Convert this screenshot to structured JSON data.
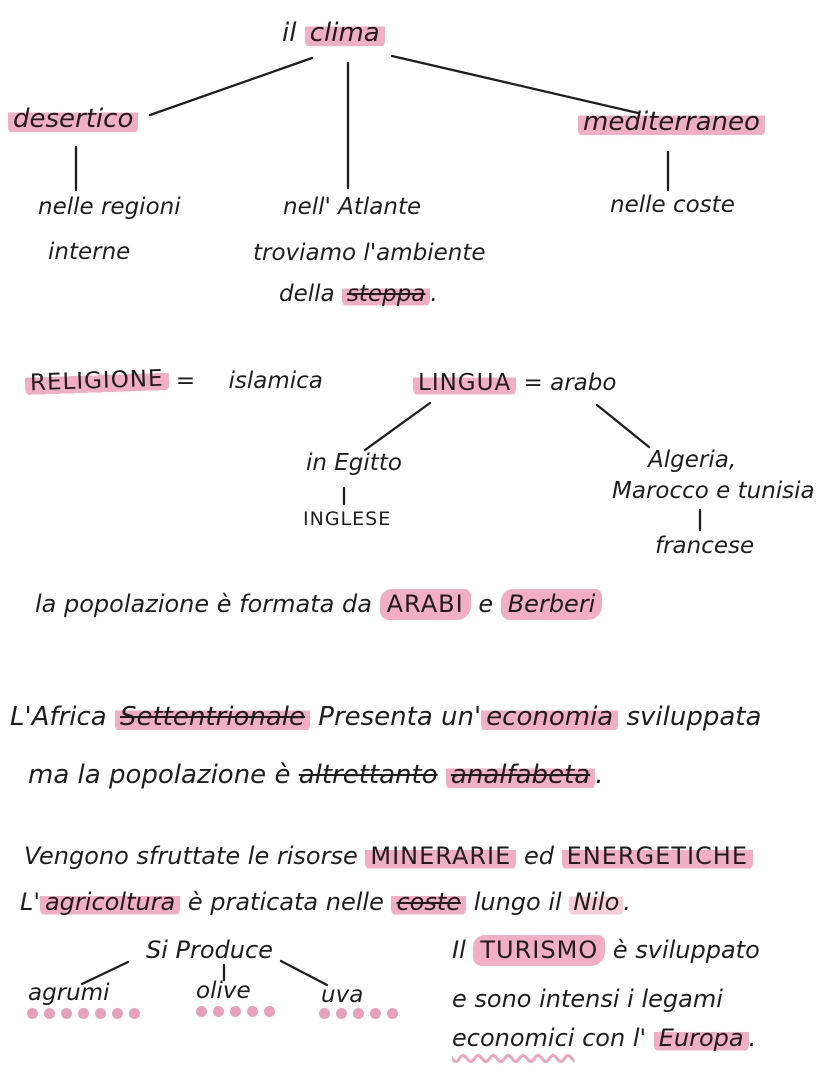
{
  "colors": {
    "ink": "#1e1e1e",
    "highlight_pink": "#f1aec5",
    "highlight_soft_pink": "#f7cdda",
    "dot_pink": "#e7a1ba"
  },
  "climate_map": {
    "root_prefix": "il",
    "root_word": "clima",
    "left_node": "desertico",
    "right_node": "mediterraneo",
    "left_detail_line1": "nelle regioni",
    "left_detail_line2": "interne",
    "center_detail_line1": "nell' Atlante",
    "center_detail_line2": "troviamo l'ambiente",
    "center_detail_line3_pre": "della",
    "center_detail_line3_word": "steppa",
    "center_detail_line3_post": ".",
    "right_detail": "nelle coste"
  },
  "religion_language": {
    "religion_label": "RELIGIONE",
    "religion_equals": "=",
    "religion_value": "islamica",
    "language_label": "LINGUA",
    "language_equals": "=",
    "language_value": "arabo",
    "egypt_node": "in Egitto",
    "egypt_child": "INGLESE",
    "maghreb_node_line1": "Algeria,",
    "maghreb_node_line2": "Marocco e tunisia",
    "maghreb_child": "francese"
  },
  "population_line": {
    "pre": "la popolazione è formata da",
    "word1": "ARABI",
    "mid": "e",
    "word2": "Berberi"
  },
  "economy_paragraph": {
    "line1_a": "L'Africa",
    "line1_b": "Settentrionale",
    "line1_c": "Presenta un'",
    "line1_d": "economia",
    "line1_e": "sviluppata",
    "line2_a": "ma la popolazione è",
    "line2_b": "altrettanto",
    "line2_c": "analfabeta",
    "line2_d": "."
  },
  "resources_paragraph": {
    "line1_a": "Vengono sfruttate le risorse",
    "line1_b": "MINERARIE",
    "line1_c": "ed",
    "line1_d": "ENERGETICHE",
    "line2_a": "L'",
    "line2_b": "agricoltura",
    "line2_c": "è praticata nelle",
    "line2_d": "coste",
    "line2_e": "lungo il",
    "line2_f": "Nilo",
    "line2_g": "."
  },
  "production_tree": {
    "root": "Si Produce",
    "items": [
      {
        "label": "agrumi",
        "dots": 7
      },
      {
        "label": "olive",
        "dots": 5
      },
      {
        "label": "uva",
        "dots": 5
      }
    ]
  },
  "tourism_paragraph": {
    "line1_a": "Il",
    "line1_b": "TURISMO",
    "line1_c": "è sviluppato",
    "line2": "e sono intensi i legami",
    "line3_a": "economici",
    "line3_b": "con l'",
    "line3_c": "Europa",
    "line3_d": "."
  }
}
